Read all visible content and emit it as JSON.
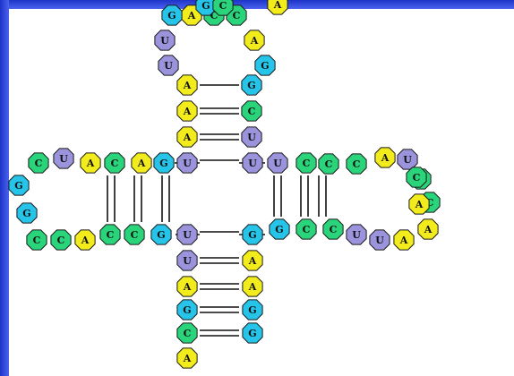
{
  "diagram": {
    "nucleotides": [
      "A",
      "C",
      "C",
      "A",
      "U",
      "G",
      "A",
      "G",
      "A",
      "C",
      "A",
      "U",
      "U",
      "U",
      "G",
      "A",
      "C",
      "A",
      "U",
      "C",
      "G",
      "G",
      "C",
      "C",
      "A",
      "C",
      "C",
      "G",
      "U",
      "U",
      "A",
      "G",
      "C",
      "A",
      "G",
      "A",
      "A",
      "G",
      "G",
      "G",
      "C",
      "C",
      "U",
      "U",
      "A",
      "A",
      "C",
      "C",
      "U",
      "A",
      "C",
      "C",
      "C",
      "U",
      "U",
      "G",
      "G",
      "C",
      "A",
      "C",
      "A"
    ]
  },
  "colors": {
    "A": "#f2ec1c",
    "C": "#2ad47a",
    "G": "#26c4e8",
    "U": "#9b94dc",
    "outline": "#1a1a1a",
    "bond": "#111111",
    "slide_bar": "#2b44dc"
  }
}
